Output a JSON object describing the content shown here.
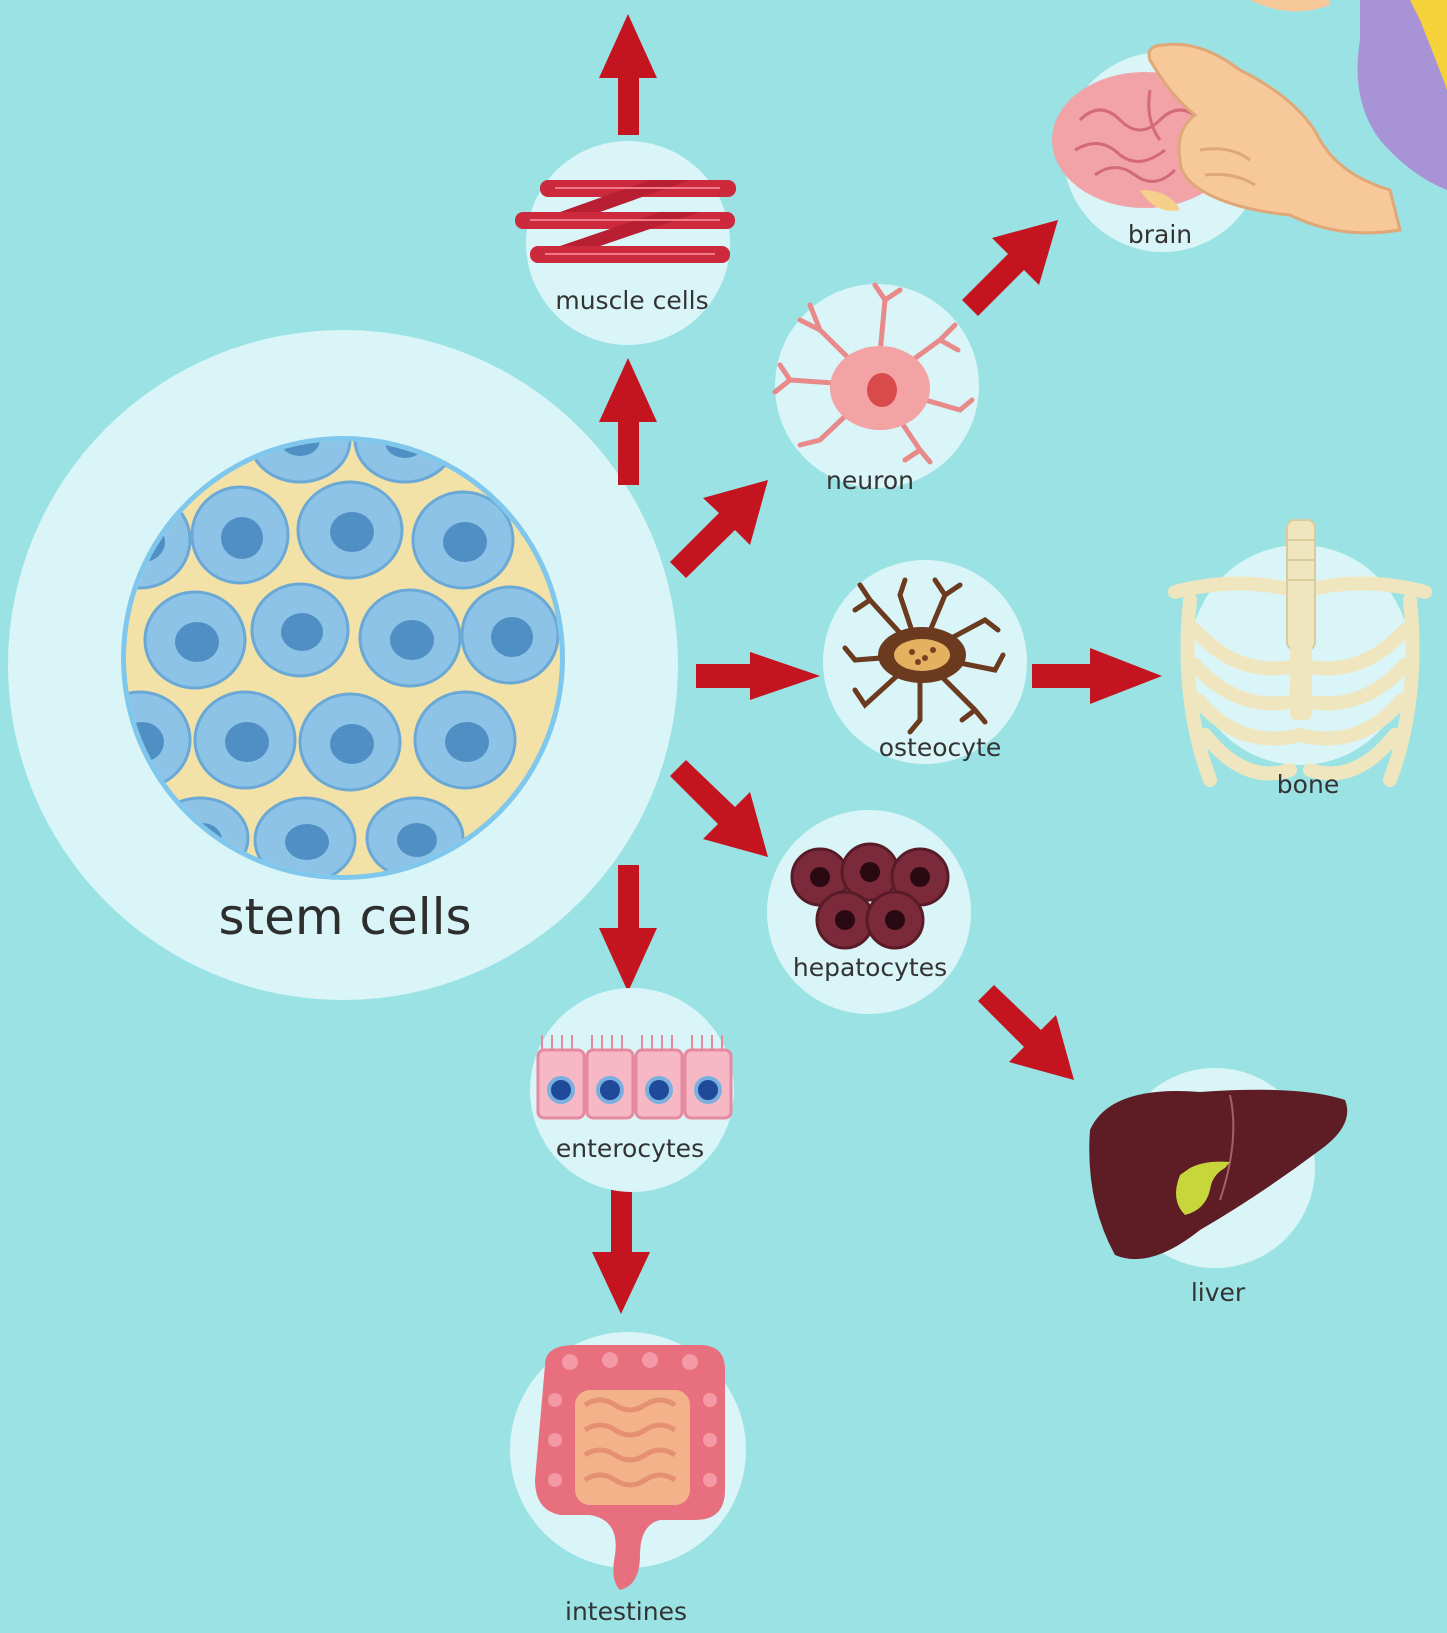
{
  "nodes": {
    "stem_cells": "stem cells",
    "muscle_cells": "muscle cells",
    "neuron": "neuron",
    "brain": "brain",
    "osteocyte": "osteocyte",
    "bone": "bone",
    "hepatocytes": "hepatocytes",
    "liver": "liver",
    "enterocytes": "enterocytes",
    "intestines": "intestines"
  },
  "colors": {
    "background": "#9be2e4",
    "circle": "#d9f5f7",
    "arrow": "#c3141f",
    "stem_cell": "#8ec3e8",
    "stem_bg": "#f2e2a8",
    "muscle": "#cc2a3c",
    "neuron": "#f3a3a3",
    "brain": "#f2a3a8",
    "osteocyte": "#6b3a1f",
    "bone": "#f2ecd0",
    "hepatocyte": "#7a2a3a",
    "liver": "#5e1d24",
    "gallbladder": "#c7d63a",
    "enterocyte": "#f6b8c4",
    "intestine": "#e8707e"
  }
}
